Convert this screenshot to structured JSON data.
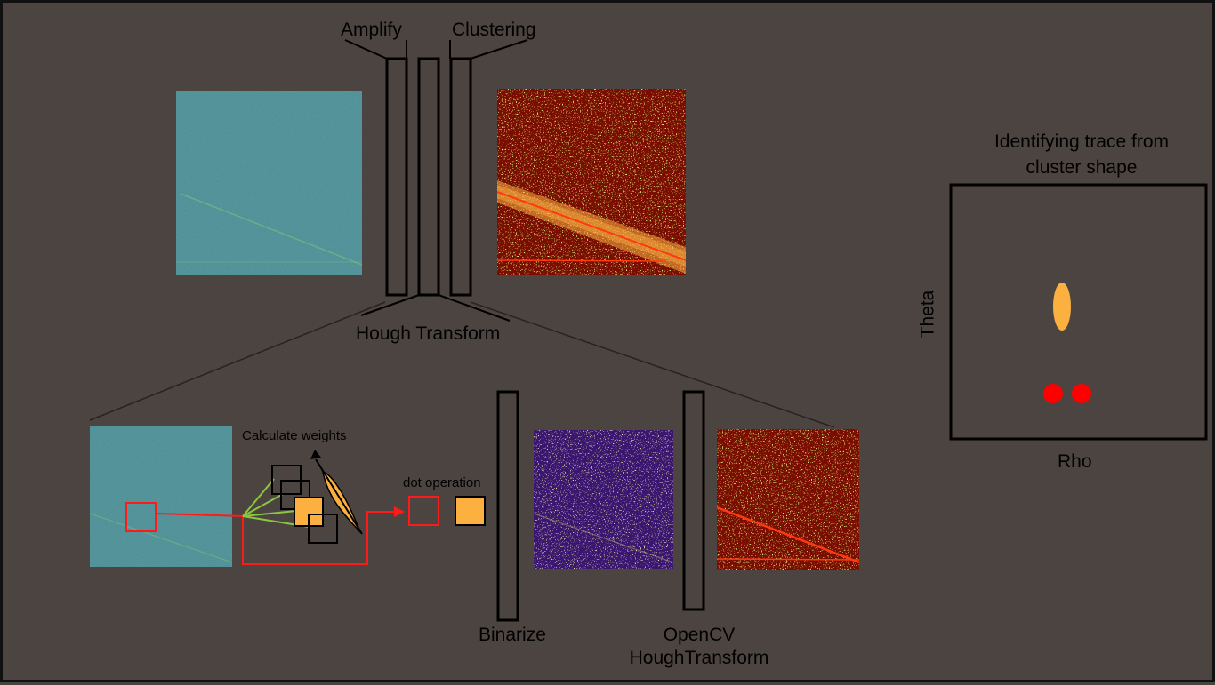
{
  "labels": {
    "amplify": "Amplify",
    "clustering": "Clustering",
    "hough_transform": "Hough Transform",
    "calculate_weights": "Calculate weights",
    "dot_operation": "dot operation",
    "binarize": "Binarize",
    "opencv_line1": "OpenCV",
    "opencv_line2": "HoughTransform",
    "identify_line1": "Identifying trace from",
    "identify_line2": "cluster shape",
    "theta": "Theta",
    "rho": "Rho"
  },
  "colors": {
    "background": "#4c4440",
    "stroke": "#000000",
    "noise_teal": "#4f8f99",
    "noise_purple": "#3b1370",
    "heat_red": "#7a0b00",
    "speckle_yellow": "#c9e23a",
    "accent_orange": "#fbb040",
    "marker_red": "#ff0000",
    "weight_line_green": "#8cc63f"
  },
  "icons": {
    "weight_curve": "weight-curve-icon",
    "arrow_up": "arrow-up-icon"
  }
}
